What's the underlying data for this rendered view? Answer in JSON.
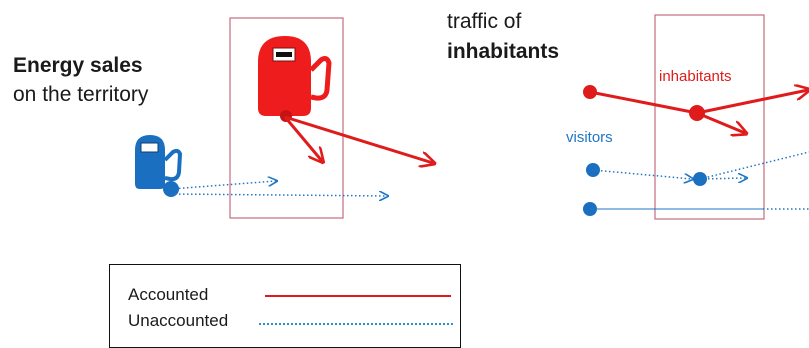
{
  "left_panel": {
    "title": "Energy sales",
    "subtitle": "on the territory"
  },
  "right_panel": {
    "title_line1": "traffic of",
    "title_line2": "inhabitants",
    "label_inhabitants": "inhabitants",
    "label_visitors": "visitors"
  },
  "legend": {
    "accounted": "Accounted",
    "unaccounted": "Unaccounted"
  },
  "colors": {
    "accounted": "#e01b1b",
    "unaccounted": "#2b8fd6",
    "red_pump": "#ee1c1c",
    "blue_pump": "#1a6fc0",
    "boundary_box": "#c56b80"
  },
  "icons": [
    "fuel-pump-red-icon",
    "fuel-pump-blue-icon"
  ]
}
